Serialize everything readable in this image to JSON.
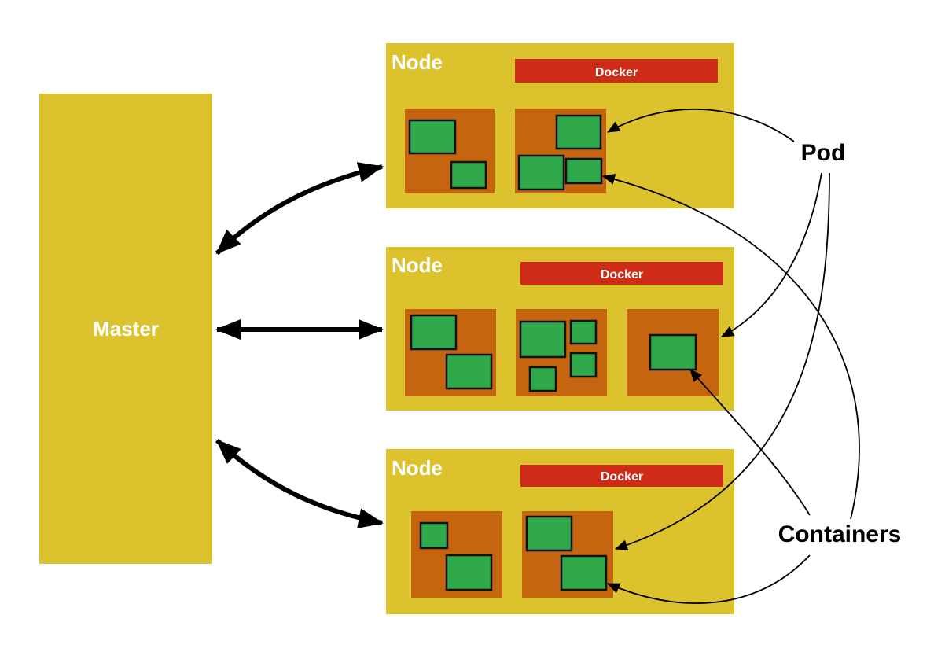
{
  "master": {
    "label": "Master"
  },
  "nodes": [
    {
      "label": "Node",
      "docker_label": "Docker"
    },
    {
      "label": "Node",
      "docker_label": "Docker"
    },
    {
      "label": "Node",
      "docker_label": "Docker"
    }
  ],
  "legend": {
    "pod_label": "Pod",
    "containers_label": "Containers"
  },
  "colors": {
    "node_fill": "#DCC22D",
    "docker_fill": "#CE2C19",
    "pod_fill": "#C5650F",
    "container_fill": "#2FA84A",
    "label_text": "#FFFFFF"
  }
}
